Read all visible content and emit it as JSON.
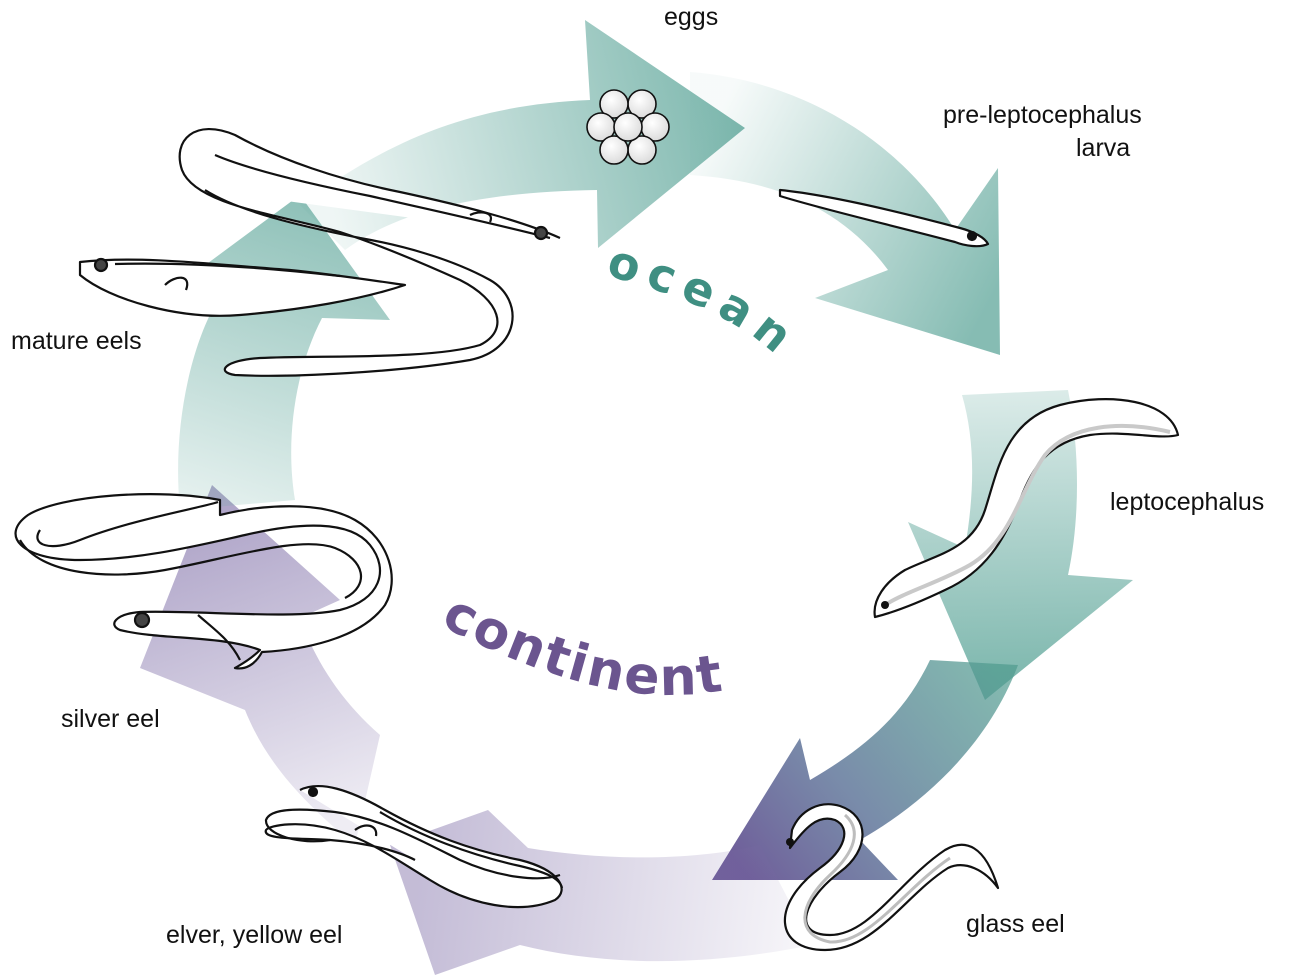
{
  "colors": {
    "ocean": "#4e9a8e",
    "ocean_text": "#3f8f82",
    "continent": "#7b6aa5",
    "continent_text": "#6b558f",
    "outline": "#111111",
    "body_fill": "#ffffff"
  },
  "realms": {
    "ocean": "ocean",
    "continent": "continent"
  },
  "stages": {
    "eggs": "eggs",
    "pre_leptocephalus_line1": "pre-leptocephalus",
    "pre_leptocephalus_line2": "larva",
    "leptocephalus": "leptocephalus",
    "glass_eel": "glass eel",
    "elver": "elver, yellow eel",
    "silver_eel": "silver eel",
    "mature_eels": "mature eels"
  }
}
